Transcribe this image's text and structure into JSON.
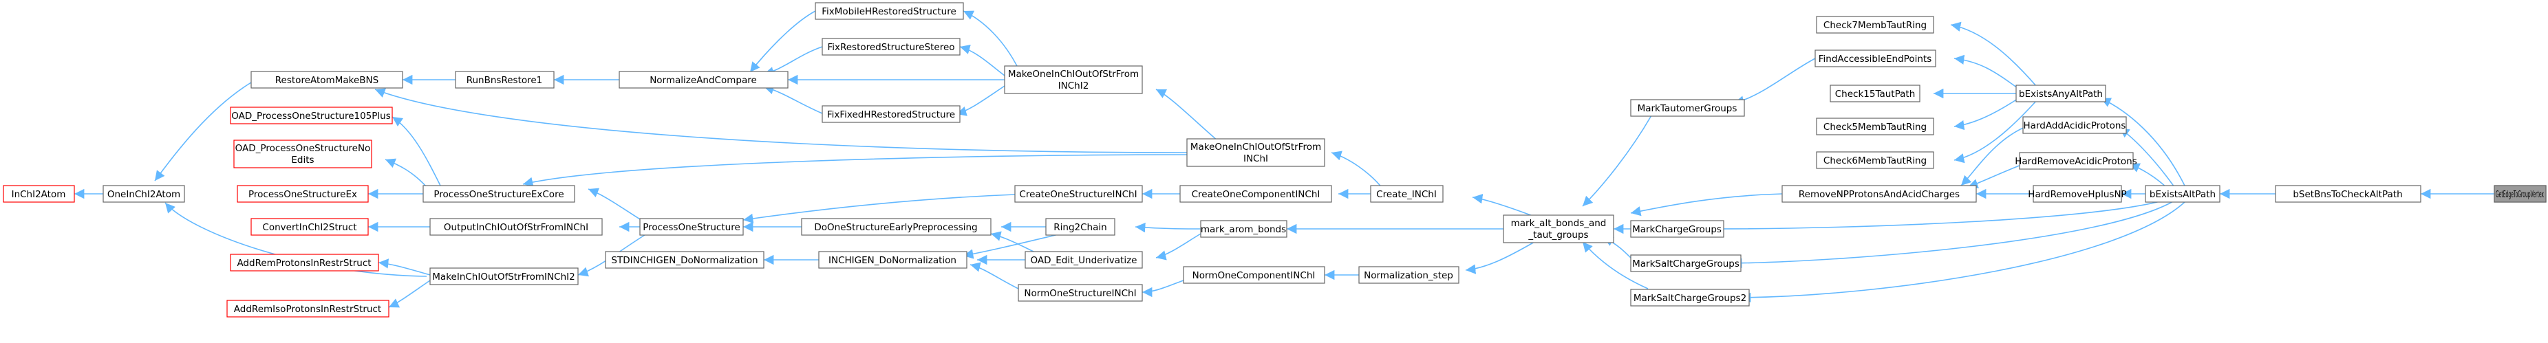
{
  "nodes": {
    "GetEdgeToGroupVertex": "GetEdgeToGroupVertex",
    "bSetBnsToCheckAltPath": "bSetBnsToCheckAltPath",
    "bExistsAltPath": "bExistsAltPath",
    "bExistsAnyAltPath": "bExistsAnyAltPath",
    "HardAddAcidicProtons": "HardAddAcidicProtons",
    "HardRemoveAcidicProtons": "HardRemoveAcidicProtons",
    "HardRemoveHplusNP": "HardRemoveHplusNP",
    "Check7MembTautRing": "Check7MembTautRing",
    "FindAccessibleEndPoints": "FindAccessibleEndPoints",
    "Check15TautPath": "Check15TautPath",
    "Check5MembTautRing": "Check5MembTautRing",
    "Check6MembTautRing": "Check6MembTautRing",
    "RemoveNPProtonsAndAcidCharges": "RemoveNPProtonsAndAcidCharges",
    "MarkTautomerGroups": "MarkTautomerGroups",
    "MarkChargeGroups": "MarkChargeGroups",
    "MarkSaltChargeGroups": "MarkSaltChargeGroups",
    "MarkSaltChargeGroups2": "MarkSaltChargeGroups2",
    "mark_alt_bonds_line1": "mark_alt_bonds_and",
    "mark_alt_bonds_line2": "_taut_groups",
    "Create_INChI": "Create_INChI",
    "mark_arom_bonds": "mark_arom_bonds",
    "Normalization_step": "Normalization_step",
    "MakeOneInChIOutOfStrFromINChI2_line1": "MakeOneInChIOutOfStrFrom",
    "MakeOneInChIOutOfStrFromINChI2_line2": "INChI2",
    "MakeOneInChIOutOfStrFromINChI_line1": "MakeOneInChIOutOfStrFrom",
    "MakeOneInChIOutOfStrFromINChI_line2": "INChI",
    "CreateOneComponentINChI": "CreateOneComponentINChI",
    "NormOneComponentINChI": "NormOneComponentINChI",
    "FixMobileHRestoredStructure": "FixMobileHRestoredStructure",
    "FixRestoredStructureStereo": "FixRestoredStructureStereo",
    "FixFixedHRestoredStructure": "FixFixedHRestoredStructure",
    "CreateOneStructureINChI": "CreateOneStructureINChI",
    "Ring2Chain": "Ring2Chain",
    "OAD_Edit_Underivatize": "OAD_Edit_Underivatize",
    "NormOneStructureINChI": "NormOneStructureINChI",
    "NormalizeAndCompare": "NormalizeAndCompare",
    "DoOneStructureEarlyPreprocessing": "DoOneStructureEarlyPreprocessing",
    "INCHIGEN_DoNormalization": "INCHIGEN_DoNormalization",
    "RunBnsRestore1": "RunBnsRestore1",
    "ProcessOneStructure": "ProcessOneStructure",
    "STDINCHIGEN_DoNormalization": "STDINCHIGEN_DoNormalization",
    "RestoreAtomMakeBNS": "RestoreAtomMakeBNS",
    "ProcessOneStructureExCore": "ProcessOneStructureExCore",
    "OutputInChIOutOfStrFromINChI": "OutputInChIOutOfStrFromINChI",
    "MakeInChIOutOfStrFromINChI2": "MakeInChIOutOfStrFromINChI2",
    "OneInChI2Atom": "OneInChI2Atom",
    "OAD_ProcessOneStructure105Plus": "OAD_ProcessOneStructure105Plus",
    "OAD_ProcessOneStructureNoEdits_line1": "OAD_ProcessOneStructureNo",
    "OAD_ProcessOneStructureNoEdits_line2": "Edits",
    "ProcessOneStructureEx": "ProcessOneStructureEx",
    "ConvertInChI2Struct": "ConvertInChI2Struct",
    "AddRemProtonsInRestrStruct": "AddRemProtonsInRestrStruct",
    "AddRemIsoProtonsInRestrStruct": "AddRemIsoProtonsInRestrStruct",
    "InChI2Atom": "InChI2Atom"
  },
  "colors": {
    "edge": "#63b8ff",
    "node_border": "#666666",
    "node_border_truncated": "#ff0000",
    "root_fill": "#999999"
  }
}
